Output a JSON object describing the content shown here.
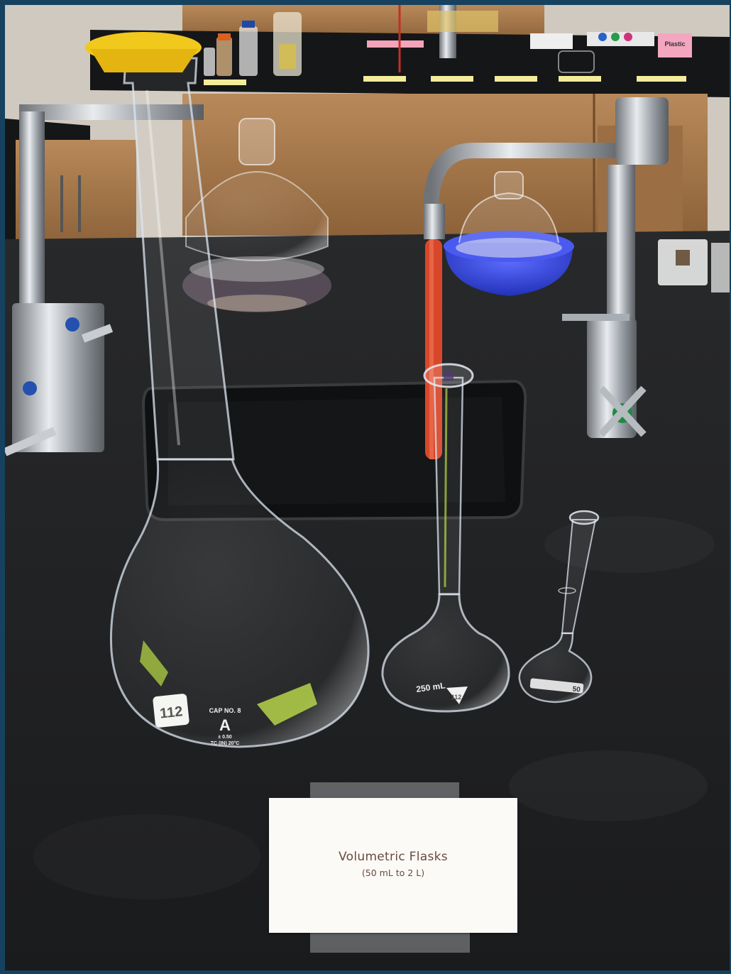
{
  "card": {
    "title": "Volumetric Flasks",
    "subtitle": "(50 mL to 2 L)"
  },
  "flask_markings": {
    "large_tag": "112",
    "large_cap": "CAP NO. 8",
    "large_class": "A",
    "large_tol": "± 0.50",
    "large_tc": "TC (IN) 20°C",
    "medium_volume": "250 mL",
    "medium_tag": "112",
    "small_volume": "50"
  },
  "shelf_sign": "Plastic",
  "colors": {
    "border": "#16425f",
    "benchtop": "#1d1e20",
    "cabinet_wood": "#a6784a",
    "tubing": "#d9472b",
    "blue_bowl": "#3344d6",
    "stopper": "#f1c81c",
    "card_text": "#6a4a40"
  }
}
